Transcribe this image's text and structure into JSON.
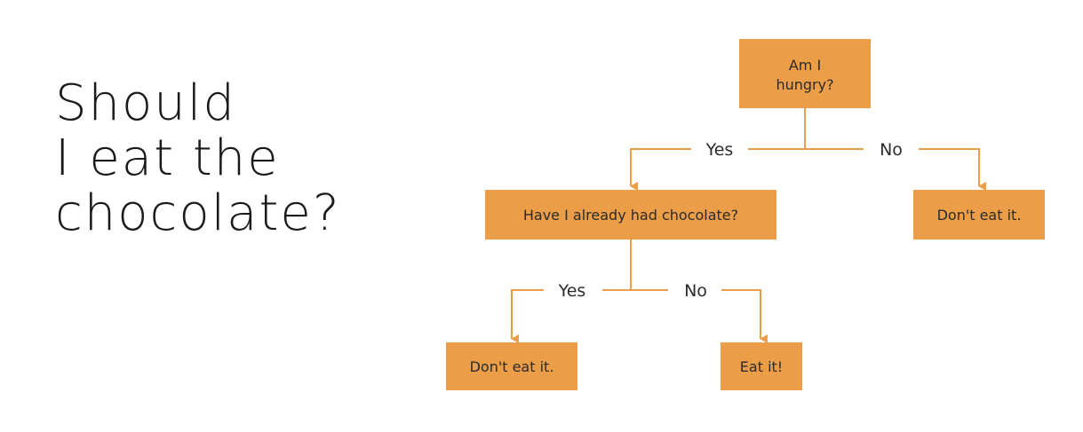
{
  "title": {
    "line1": "Should",
    "line2": "I eat the",
    "line3": "chocolate?"
  },
  "colors": {
    "node_fill": "#ec9d48",
    "connector": "#ec9d48",
    "text": "#2b2b2b",
    "background": "#ffffff"
  },
  "nodes": {
    "q1_line1": "Am I",
    "q1_line2": "hungry?",
    "q2": "Have I already had chocolate?",
    "no_hungry": "Don't eat it.",
    "yes_had": "Don't eat it.",
    "no_had": "Eat it!"
  },
  "edges": {
    "q1_yes": "Yes",
    "q1_no": "No",
    "q2_yes": "Yes",
    "q2_no": "No"
  }
}
